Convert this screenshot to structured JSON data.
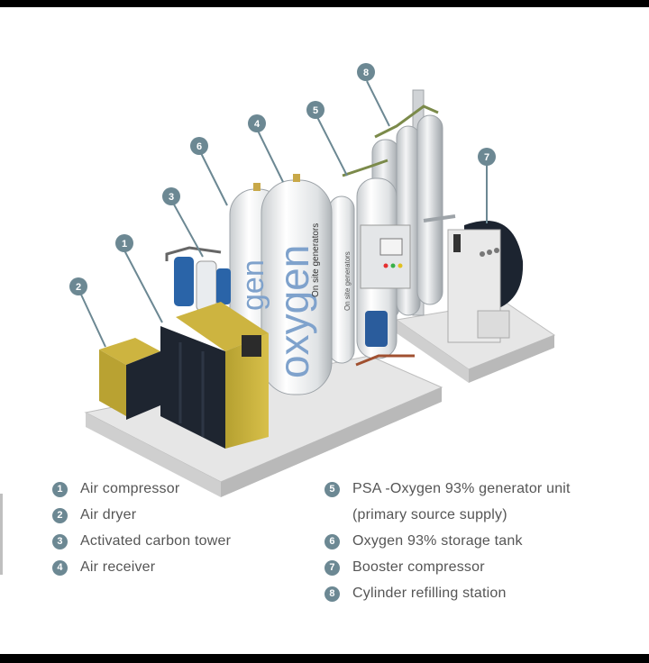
{
  "callouts": [
    "1",
    "2",
    "3",
    "4",
    "5",
    "6",
    "7",
    "8"
  ],
  "tank_texts": {
    "large_logo": "oxygen",
    "large_sub": "On site generators",
    "small_logo": "gen",
    "small_sub": "On site generators"
  },
  "legend": {
    "left": [
      {
        "num": "1",
        "label": "Air compressor"
      },
      {
        "num": "2",
        "label": "Air dryer"
      },
      {
        "num": "3",
        "label": "Activated carbon tower"
      },
      {
        "num": "4",
        "label": "Air receiver"
      }
    ],
    "right": [
      {
        "num": "5",
        "label": "PSA -Oxygen 93% generator unit"
      },
      {
        "num": "",
        "label": "(primary source supply)"
      },
      {
        "num": "6",
        "label": "Oxygen 93% storage tank"
      },
      {
        "num": "7",
        "label": "Booster compressor"
      },
      {
        "num": "8",
        "label": "Cylinder refilling station"
      }
    ]
  },
  "colors": {
    "badge": "#6c8893",
    "text": "#555555",
    "logo": "#7fa2cc"
  }
}
